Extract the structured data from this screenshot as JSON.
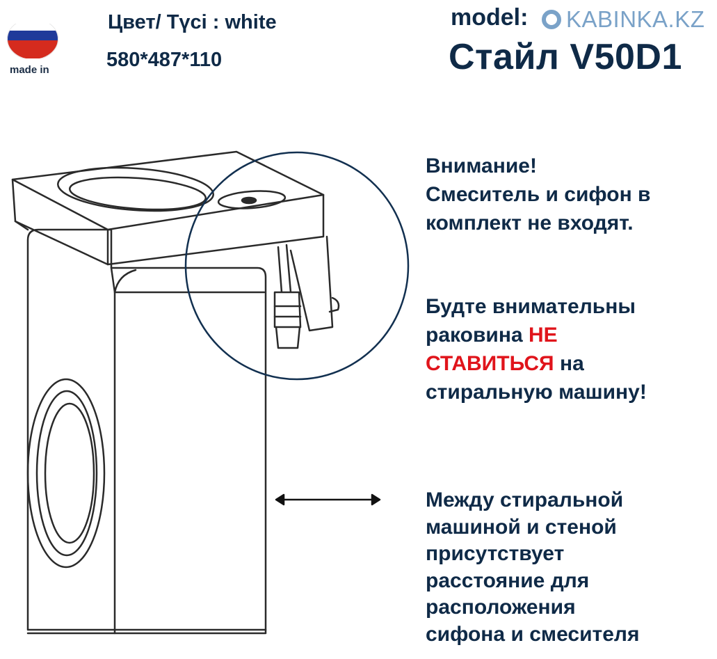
{
  "header": {
    "color_label": "Цвет/ Түсі : white",
    "dimensions": "580*487*110",
    "made_in": "made in",
    "model_label": "model:",
    "brand": "KABINKA.KZ",
    "model_name": "Стайл V50D1"
  },
  "notes": {
    "attention_lines": [
      "Внимание!",
      "Смеситель и сифон в",
      "комплект не входят."
    ],
    "warning": {
      "line1": "Будте внимательны",
      "line2_pre": "раковина ",
      "line2_red": "НЕ",
      "line3_red": "СТАВИТЬСЯ",
      "line3_post": " на",
      "line4": "стиральную машину!"
    },
    "distance_lines": [
      "Между стиральной",
      "машиной и стеной",
      "присутствует",
      "расстояние  для",
      "расположения",
      "сифона и смесителя"
    ]
  },
  "colors": {
    "text": "#0f2a47",
    "warning_red": "#e0141b",
    "brand": "#7aa2c8",
    "flag_white": "#ffffff",
    "flag_blue": "#1f3a9a",
    "flag_red": "#d52b1e"
  },
  "icons": [
    "russia-flag-icon",
    "kabinka-logo-icon",
    "double-arrow-icon"
  ]
}
